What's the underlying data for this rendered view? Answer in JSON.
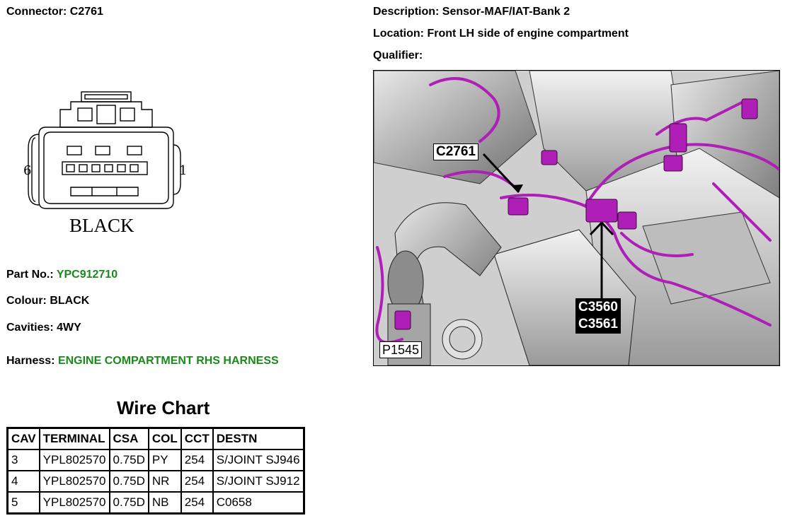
{
  "connector": {
    "label": "Connector:",
    "value": "C2761"
  },
  "description": {
    "label": "Description:",
    "value": "Sensor-MAF/IAT-Bank 2"
  },
  "location": {
    "label": "Location:",
    "value": "Front LH side of engine compartment"
  },
  "qualifier": {
    "label": "Qualifier:",
    "value": ""
  },
  "diagram": {
    "pin_left": "6",
    "pin_right": "1",
    "color_text": "BLACK"
  },
  "part_no": {
    "label": "Part No.:",
    "value": "YPC912710"
  },
  "colour": {
    "label": "Colour:",
    "value": "BLACK"
  },
  "cavities": {
    "label": "Cavities:",
    "value": "4WY"
  },
  "harness": {
    "label": "Harness:",
    "value": "ENGINE COMPARTMENT RHS HARNESS"
  },
  "photo": {
    "callout_main": "C2761",
    "callout_b1": "C3560",
    "callout_b2": "C3561",
    "callout_p": "P1545"
  },
  "wire_chart": {
    "title": "Wire Chart",
    "headers": [
      "CAV",
      "TERMINAL",
      "CSA",
      "COL",
      "CCT",
      "DESTN"
    ],
    "rows": [
      [
        "3",
        "YPL802570",
        "0.75D",
        "PY",
        "254",
        "S/JOINT SJ946"
      ],
      [
        "4",
        "YPL802570",
        "0.75D",
        "NR",
        "254",
        "S/JOINT SJ912"
      ],
      [
        "5",
        "YPL802570",
        "0.75D",
        "NB",
        "254",
        "C0658"
      ]
    ]
  },
  "colors": {
    "link_green": "#1a8a1a",
    "harness_magenta": "#b01eb8"
  }
}
